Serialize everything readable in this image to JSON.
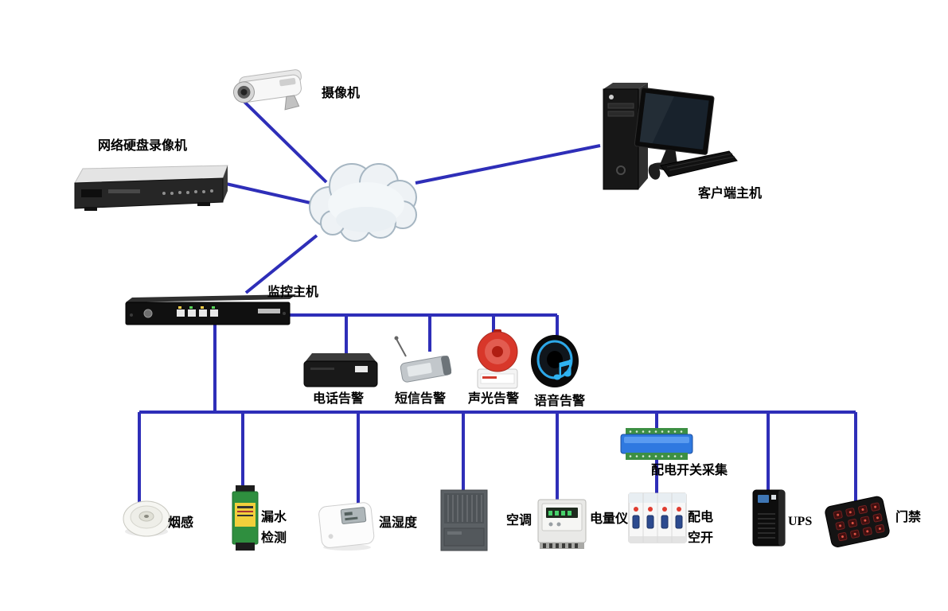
{
  "colors": {
    "wire": "#2e2eb8"
  },
  "nodes": {
    "camera": {
      "label": "摄像机"
    },
    "nvr": {
      "label": "网络硬盘录像机"
    },
    "client": {
      "label": "客户端主机"
    },
    "monitor_host": {
      "label": "监控主机"
    },
    "phone_alarm": {
      "label": "电话告警"
    },
    "sms_alarm": {
      "label": "短信告警"
    },
    "sound_light_alarm": {
      "label": "声光告警"
    },
    "voice_alarm": {
      "label": "语音告警"
    },
    "smoke_sensor": {
      "label": "烟感"
    },
    "water_leak": {
      "label": "漏水\n检测"
    },
    "temp_humidity": {
      "label": "温湿度"
    },
    "air_conditioner": {
      "label": "空调"
    },
    "power_meter": {
      "label": "电量仪"
    },
    "switch_collector": {
      "label": "配电开关采集"
    },
    "breaker": {
      "label": "配电\n空开"
    },
    "ups": {
      "label": "UPS"
    },
    "access_control": {
      "label": "门禁"
    }
  }
}
